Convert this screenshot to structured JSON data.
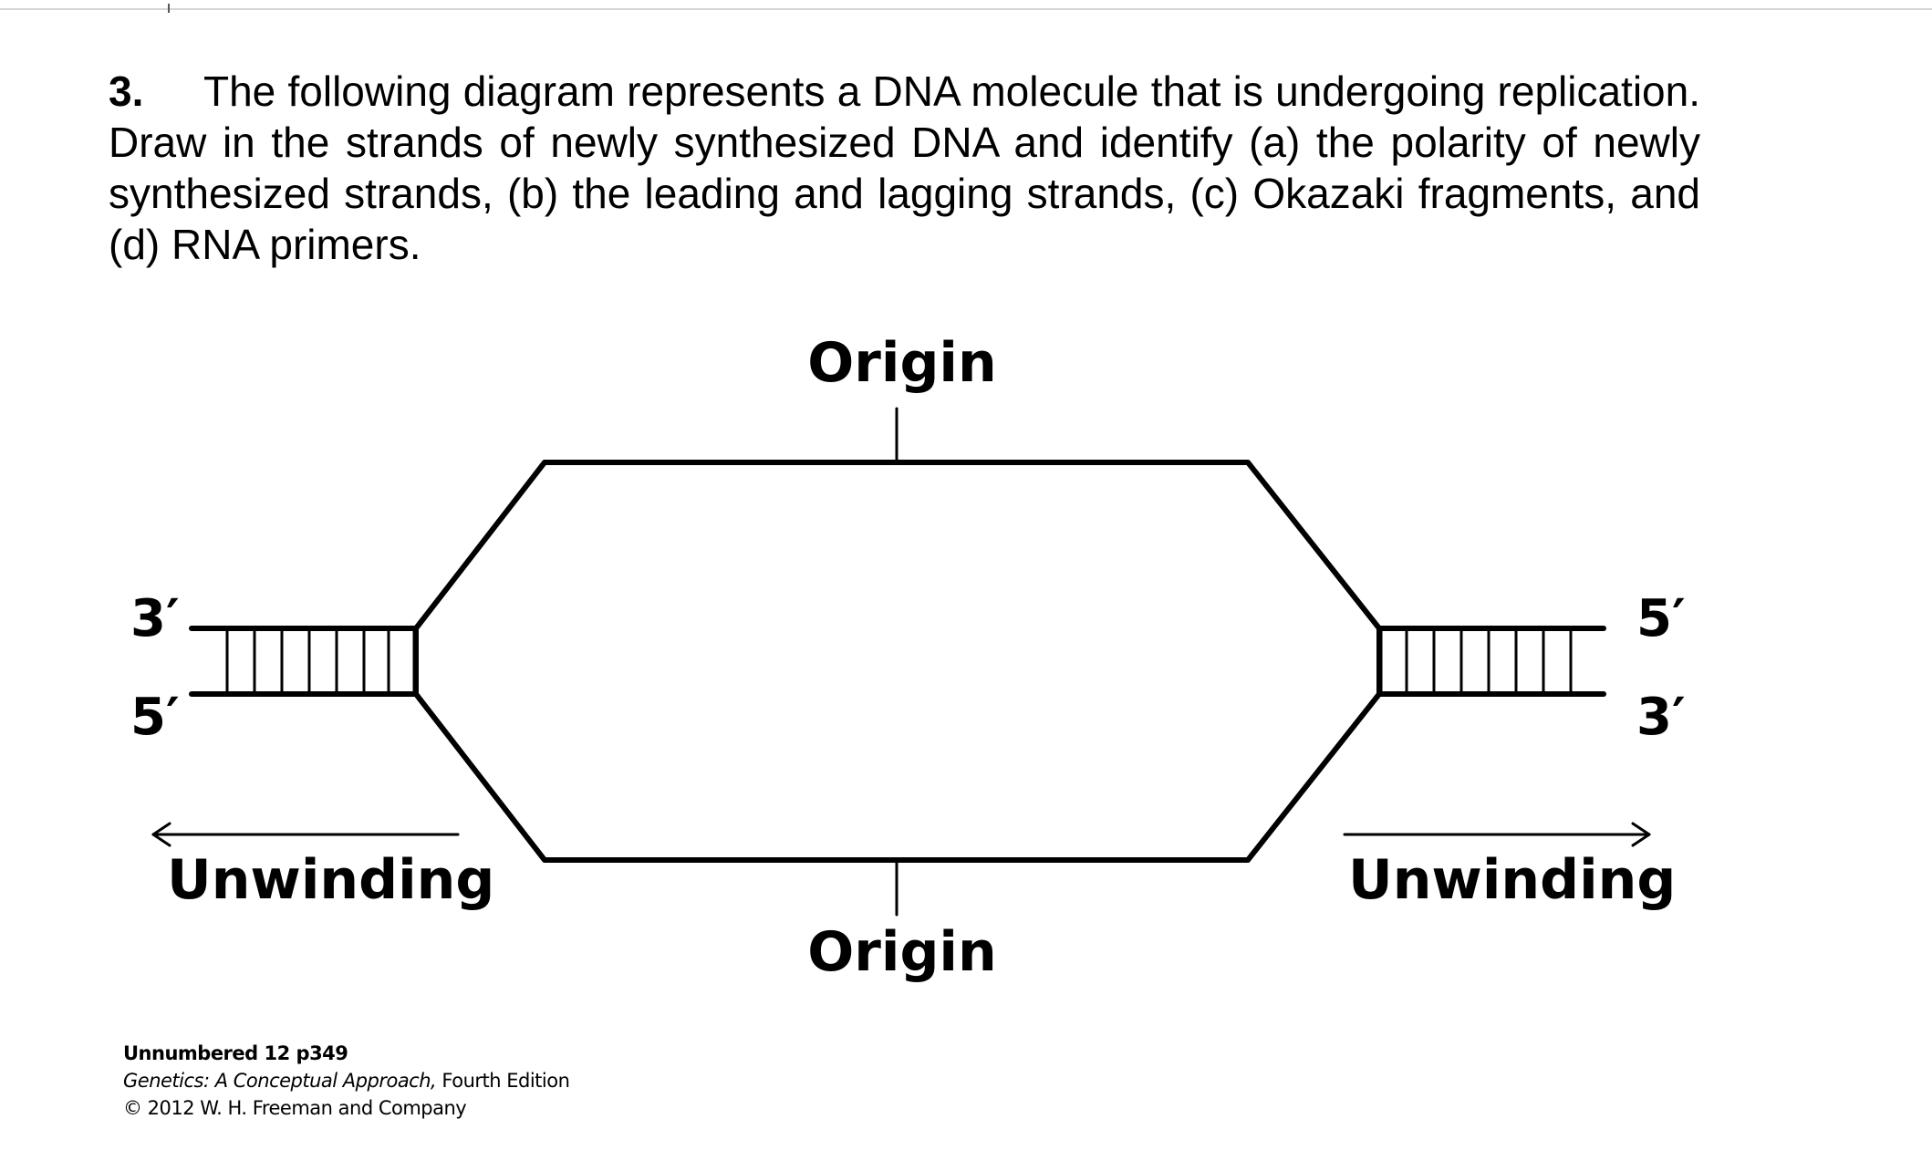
{
  "question": {
    "number": "3.",
    "text": "The following diagram represents a DNA molecule that is undergoing replication.  Draw in the strands of newly synthesized DNA and identify (a) the polarity of newly synthesized strands, (b) the leading and lagging strands, (c) Okazaki fragments, and (d) RNA primers."
  },
  "diagram": {
    "origin_top": "Origin",
    "origin_bottom": "Origin",
    "left_top_end": "3′",
    "left_bottom_end": "5′",
    "right_top_end": "5′",
    "right_bottom_end": "3′",
    "unwinding_left": "Unwinding",
    "unwinding_right": "Unwinding",
    "line_color": "#000000"
  },
  "caption": {
    "id": "Unnumbered 12 p349",
    "book_title": "Genetics: A Conceptual Approach,",
    "edition": " Fourth Edition",
    "copyright": "© 2012 W. H. Freeman and Company"
  }
}
